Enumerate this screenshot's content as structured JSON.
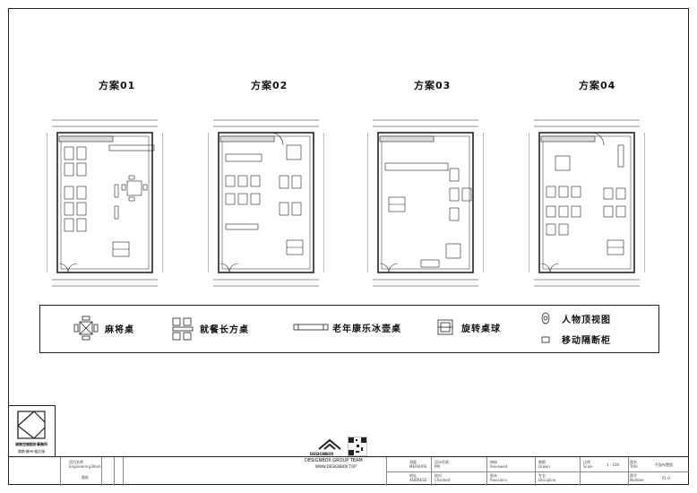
{
  "schemes": [
    {
      "title": "方案01"
    },
    {
      "title": "方案02"
    },
    {
      "title": "方案03"
    },
    {
      "title": "方案04"
    }
  ],
  "legend": {
    "items": [
      {
        "label": "麻将桌",
        "icon": "mahjong-table-icon"
      },
      {
        "label": "就餐长方桌",
        "icon": "dining-table-icon"
      },
      {
        "label": "老年康乐冰壶桌",
        "icon": "curling-table-icon"
      },
      {
        "label": "旋转桌球",
        "icon": "foosball-table-icon"
      },
      {
        "label": "人物顶视图",
        "icon": "person-top-view-icon"
      },
      {
        "label": "移动隔断柜",
        "icon": "movable-partition-icon"
      }
    ]
  },
  "studio": {
    "name": "湖南空間設計事務所",
    "contact": "湖南·郴州·裕后街"
  },
  "brand": {
    "name": "DESIGNBOX",
    "team": "DESIGNBOX GROUP TEAM",
    "url": "WWW.DESIGNBOX.TOP"
  },
  "titleblock": {
    "project_label": "项目名称",
    "project_value": "Engineering Blam",
    "sheet_label": "图纸",
    "measure_label": "测量",
    "measure_en": "MEASURE",
    "address_label": "地址",
    "address_en": "ADDRESS",
    "pm_label": "设计负责",
    "pm_en": "PM",
    "check_label": "校对",
    "check_en": "Checked",
    "review_label": "审核",
    "review_en": "Reviewed",
    "revision_label": "版本",
    "revision_en": "Revisions",
    "drawn_label": "制图",
    "drawn_en": "Drawn",
    "discipline_label": "专业",
    "discipline_en": "Discipline",
    "scale_label": "比例",
    "scale_en": "Scale",
    "scale_value": "1 : 100",
    "title_label": "图名",
    "title_en": "Title",
    "title_value": "平面布置图",
    "number_label": "图号",
    "number_en": "Number",
    "number_value": "P1-0"
  },
  "colors": {
    "line": "#222222",
    "light": "#888888",
    "paper": "#ffffff"
  }
}
